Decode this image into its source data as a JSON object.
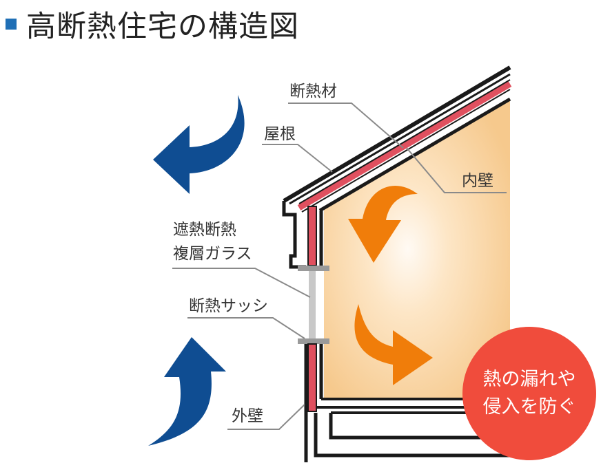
{
  "title": "高断熱住宅の構造図",
  "labels": {
    "insulation": "断熱材",
    "roof": "屋根",
    "inner_wall": "内壁",
    "glass_line1": "遮熱断熱",
    "glass_line2": "複層ガラス",
    "sash": "断熱サッシ",
    "outer_wall": "外壁"
  },
  "badge": {
    "line1": "熱の漏れや",
    "line2": "侵入を防ぐ"
  },
  "colors": {
    "title_square": "#1f6fb6",
    "outer_arrow": "#0f4d92",
    "inner_arrow": "#f07d0a",
    "insulation": "#e0505f",
    "badge": "#f04c3c",
    "interior_warm": "#f9d29c"
  }
}
